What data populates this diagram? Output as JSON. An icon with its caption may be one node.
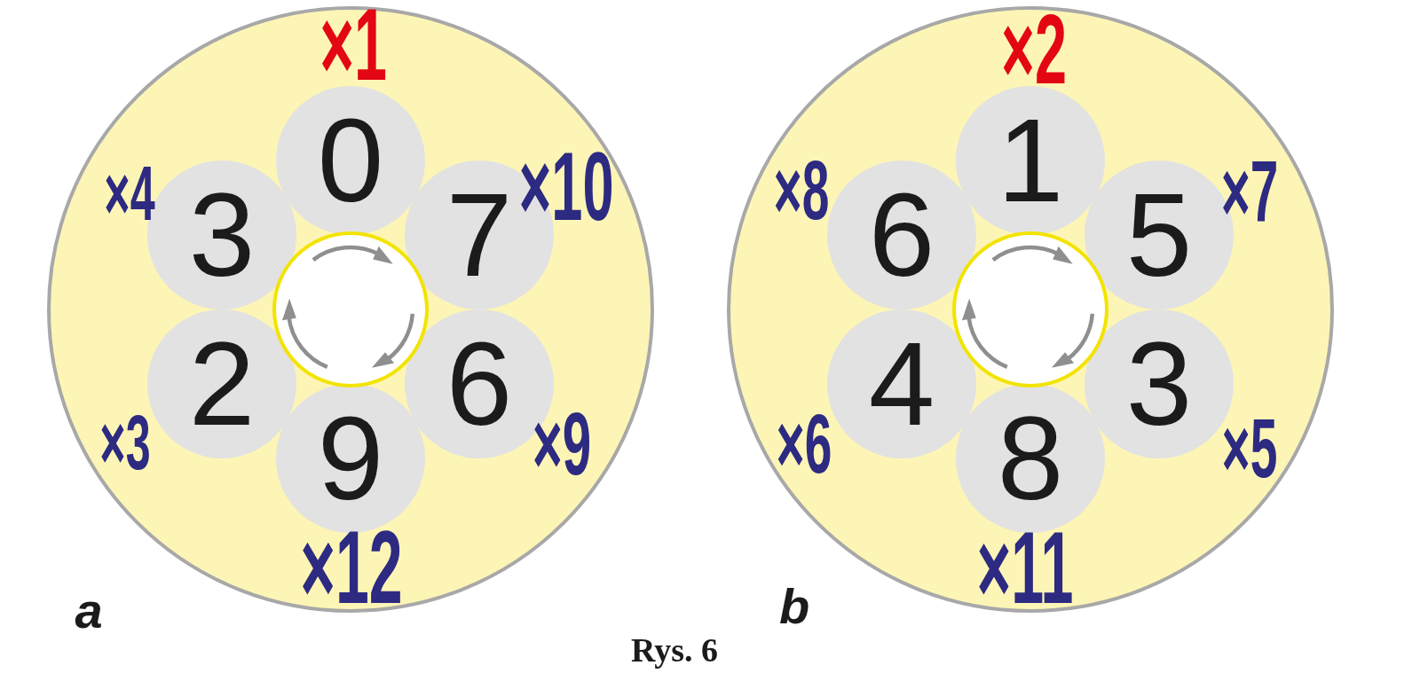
{
  "diagram": {
    "caption": "Rys. 6",
    "nodes": [
      {
        "text": [],
        "shape": "circle"
      },
      {
        "text": [
          "0"
        ],
        "in": 0,
        "beside": [
          "×1"
        ]
      },
      {
        "text": [
          "3"
        ],
        "in": 0,
        "beside": [
          "×4"
        ]
      },
      {
        "text": [
          "7"
        ],
        "in": 0,
        "beside": [
          "×10"
        ]
      },
      {
        "text": [
          "2"
        ],
        "in": 0,
        "beside": [
          "×3"
        ]
      },
      {
        "text": [
          "6"
        ],
        "in": 0,
        "beside": [
          "×9"
        ]
      },
      {
        "text": [
          "9"
        ],
        "in": 0,
        "beside": [
          "×12"
        ]
      },
      {
        "text": [],
        "shape": "circle"
      },
      {
        "text": [
          "1"
        ],
        "in": 7,
        "beside": [
          "×2"
        ]
      },
      {
        "text": [
          "6"
        ],
        "in": 7,
        "beside": [
          "×8"
        ]
      },
      {
        "text": [
          "5"
        ],
        "in": 7,
        "beside": [
          "×7"
        ]
      },
      {
        "text": [
          "4"
        ],
        "in": 7,
        "beside": [
          "×6"
        ]
      },
      {
        "text": [
          "3"
        ],
        "in": 7,
        "beside": [
          "×5"
        ]
      },
      {
        "text": [
          "8"
        ],
        "in": 7,
        "beside": [
          "×11"
        ]
      }
    ],
    "labels": [
      "a",
      "b"
    ]
  }
}
